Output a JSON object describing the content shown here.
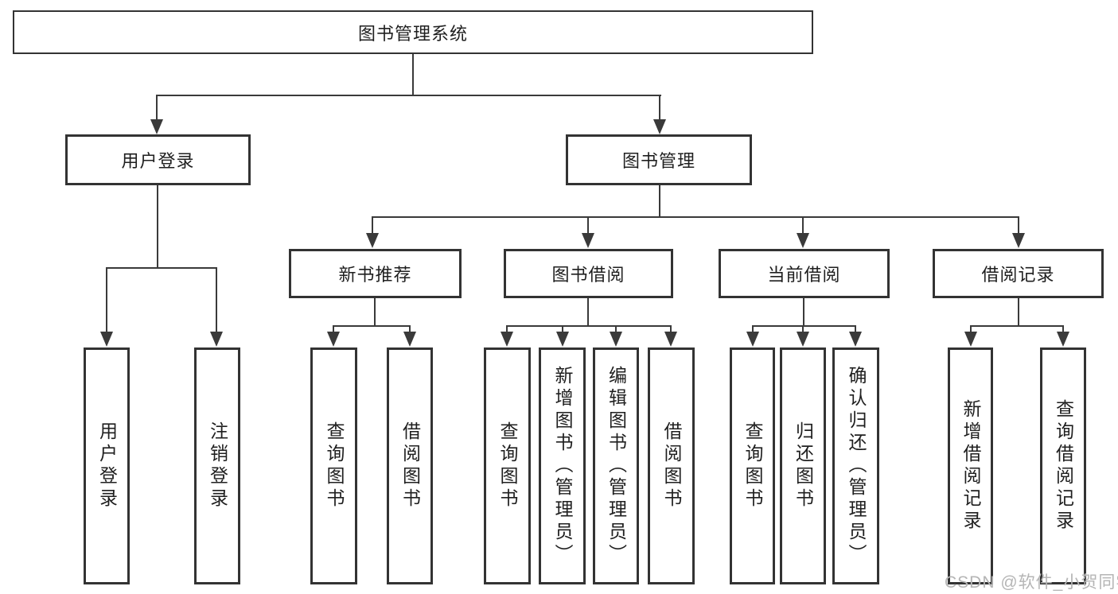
{
  "diagram": {
    "root": {
      "label": "图书管理系统"
    },
    "level2": [
      {
        "label": "用户登录"
      },
      {
        "label": "图书管理"
      }
    ],
    "level3": [
      {
        "label": "新书推荐"
      },
      {
        "label": "图书借阅"
      },
      {
        "label": "当前借阅"
      },
      {
        "label": "借阅记录"
      }
    ],
    "leaves": {
      "user_login": [
        "用户登录",
        "注销登录"
      ],
      "new_book_recommend": [
        "查询图书",
        "借阅图书"
      ],
      "book_borrow": [
        "查询图书",
        "新增图书（管理员）",
        "编辑图书（管理员）",
        "借阅图书"
      ],
      "current_borrow": [
        "查询图书",
        "归还图书",
        "确认归还（管理员）"
      ],
      "borrow_records": [
        "新增借阅记录",
        "查询借阅记录"
      ]
    }
  },
  "watermark": {
    "text": "CSDN @软件_小贺同学"
  },
  "colors": {
    "background": "#ffffff",
    "line": "#3a3a3a",
    "box_border": "#333333",
    "text": "#1f1f1f",
    "watermark": "#b5b5b5"
  }
}
